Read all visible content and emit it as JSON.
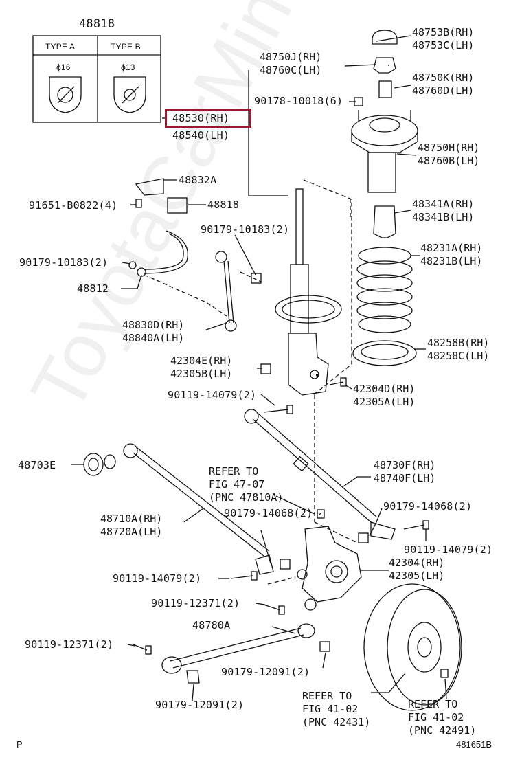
{
  "watermark": "ToyotaCarMine.ru",
  "type_box": {
    "part_no": "48818",
    "type_a": "TYPE A",
    "type_b": "TYPE B",
    "dia_a": "ϕ16",
    "dia_b": "ϕ13"
  },
  "highlighted": {
    "rh": "48530(RH)",
    "lh": "48540(LH)"
  },
  "labels": {
    "l48753": "48753B(RH)\n48753C(LH)",
    "l48750j": "48750J(RH)\n48760C(LH)",
    "l48750k": "48750K(RH)\n48760D(LH)",
    "l90178": "90178-10018(6)",
    "l48750h": "48750H(RH)\n48760B(LH)",
    "l48832a": "48832A",
    "l91651": "91651-B0822(4)",
    "l48818b": "48818",
    "l48341": "48341A(RH)\n48341B(LH)",
    "l90179a": "90179-10183(2)",
    "l90179b": "90179-10183(2)",
    "l48231": "48231A(RH)\n48231B(LH)",
    "l48812": "48812",
    "l48830": "48830D(RH)\n48840A(LH)",
    "l48258": "48258B(RH)\n48258C(LH)",
    "l42304e": "42304E(RH)\n42305B(LH)",
    "l42304d": "42304D(RH)\n42305A(LH)",
    "l90119a": "90119-14079(2)",
    "l48703": "48703E",
    "l48730": "48730F(RH)\n48740F(LH)",
    "lref1": "REFER TO\nFIG 47-07\n(PNC 47810A)",
    "l48710": "48710A(RH)\n48720A(LH)",
    "l90179c": "90179-14068(2)",
    "l90179d": "90179-14068(2)",
    "l90119b": "90119-14079(2)",
    "l42304": "42304(RH)\n42305(LH)",
    "l90119c": "90119-14079(2)",
    "l90119d": "90119-12371(2)",
    "l48780": "48780A",
    "l90119e": "90119-12371(2)",
    "l90179e": "90179-12091(2)",
    "lref2": "REFER TO\nFIG 41-02\n(PNC 42431)",
    "lref3": "REFER TO\nFIG 41-02\n(PNC 42491)",
    "l90179f": "90179-12091(2)"
  },
  "footer": {
    "left": "P",
    "right": "481651B"
  }
}
